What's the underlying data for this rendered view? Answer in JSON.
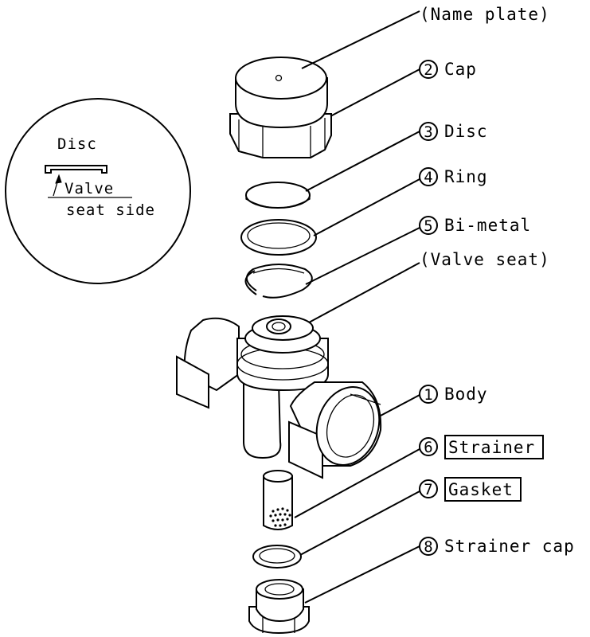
{
  "callouts": [
    {
      "id": "name-plate",
      "number": "",
      "label": "(Name plate)",
      "boxed": false
    },
    {
      "id": "cap",
      "number": "2",
      "label": "Cap",
      "boxed": false
    },
    {
      "id": "disc",
      "number": "3",
      "label": "Disc",
      "boxed": false
    },
    {
      "id": "ring",
      "number": "4",
      "label": "Ring",
      "boxed": false
    },
    {
      "id": "bi-metal",
      "number": "5",
      "label": "Bi-metal",
      "boxed": false
    },
    {
      "id": "valve-seat",
      "number": "",
      "label": "(Valve seat)",
      "boxed": false
    },
    {
      "id": "body",
      "number": "1",
      "label": "Body",
      "boxed": false
    },
    {
      "id": "strainer",
      "number": "6",
      "label": "Strainer",
      "boxed": true
    },
    {
      "id": "gasket",
      "number": "7",
      "label": "Gasket",
      "boxed": true
    },
    {
      "id": "strainer-cap",
      "number": "8",
      "label": "Strainer cap",
      "boxed": false
    }
  ],
  "inset": {
    "disc_label": "Disc",
    "valve_label": "Valve",
    "seat_side_label": "seat side"
  }
}
